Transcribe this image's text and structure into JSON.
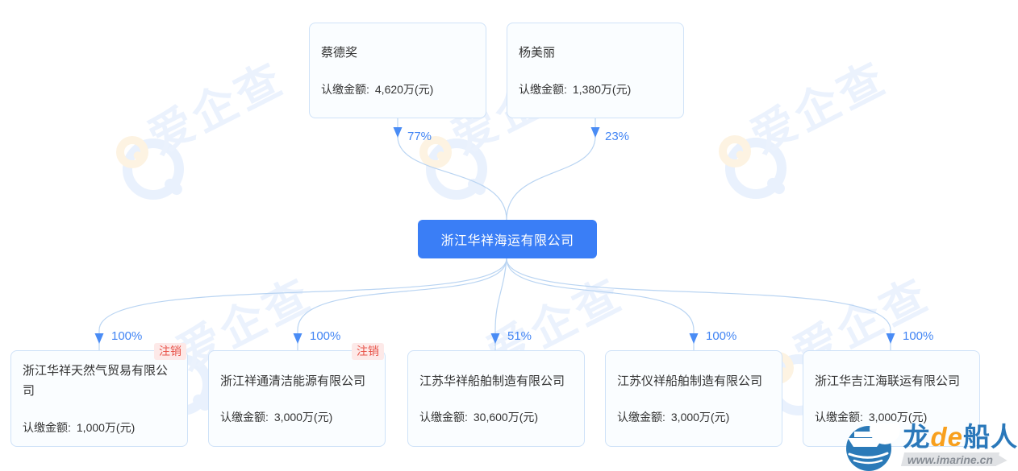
{
  "watermark": {
    "text": "爱企查"
  },
  "chart": {
    "amount_label": "认缴金额:",
    "parents": [
      {
        "name": "蔡德奖",
        "amount": "4,620万(元)",
        "percent": "77%"
      },
      {
        "name": "杨美丽",
        "amount": "1,380万(元)",
        "percent": "23%"
      }
    ],
    "company": {
      "name": "浙江华祥海运有限公司"
    },
    "children": [
      {
        "name": "浙江华祥天然气贸易有限公司",
        "amount": "1,000万(元)",
        "percent": "100%",
        "badge": "注销"
      },
      {
        "name": "浙江祥通清洁能源有限公司",
        "amount": "3,000万(元)",
        "percent": "100%",
        "badge": "注销"
      },
      {
        "name": "江苏华祥船舶制造有限公司",
        "amount": "30,600万(元)",
        "percent": "51%"
      },
      {
        "name": "江苏仪祥船舶制造有限公司",
        "amount": "3,000万(元)",
        "percent": "100%"
      },
      {
        "name": "浙江华吉江海联运有限公司",
        "amount": "3,000万(元)",
        "percent": "100%"
      }
    ]
  },
  "logo": {
    "brand_part1": "龙",
    "brand_part2": "de",
    "brand_part3": "船人",
    "url": "www.imarine.cn"
  },
  "colors": {
    "accent_blue": "#4285f4",
    "root_node_blue": "#3a7ef6",
    "line_blue": "#b9d4f2",
    "card_border": "#cfe2f8",
    "badge_text": "#e8544a",
    "badge_bg": "#fde9e8",
    "brand_blue": "#2a78ba",
    "brand_orange": "#f8a01e"
  }
}
